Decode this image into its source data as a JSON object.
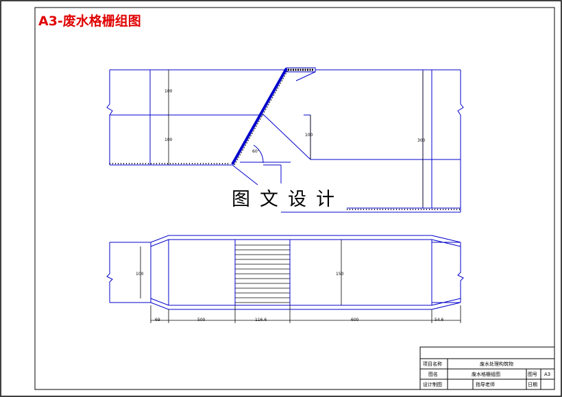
{
  "drawing_title": "A3-废水格栅组图",
  "watermark": "图文设计",
  "angle_label": "60°",
  "colors": {
    "line": "#0000cc",
    "title": "#e00000",
    "frame": "#000000"
  },
  "section_dims": {
    "upper_left": "100",
    "lower_left": "100",
    "step": "100",
    "right_total": "300"
  },
  "plan_dims": {
    "left_width": "100",
    "right_width": "150"
  },
  "bottom_dims": [
    "69",
    "500",
    "116.6",
    "600",
    "54.6"
  ],
  "title_block": {
    "project_label": "项目名称",
    "project_value": "废水处理构筑物",
    "drawing_label": "图名",
    "drawing_value": "废水格栅组图",
    "number_label": "图号",
    "number_value": "A3",
    "designer_label": "设计制图",
    "advisor_label": "指导老师",
    "date_label": "日期"
  }
}
